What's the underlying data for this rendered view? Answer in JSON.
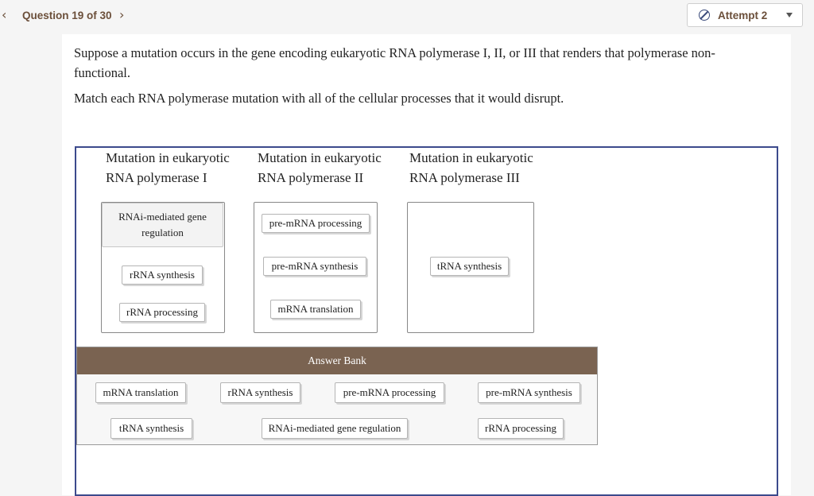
{
  "nav": {
    "question_label": "Question 19 of 30",
    "prev_icon": "‹",
    "next_icon": "›",
    "attempt_label": "Attempt 2"
  },
  "question": {
    "text": "Suppose a mutation occurs in the gene encoding eukaryotic RNA polymerase I, II, or III that renders that polymerase non-functional.",
    "instruction": "Match each RNA polymerase mutation with all of the cellular processes that it would disrupt."
  },
  "columns": [
    {
      "heading_line1": "Mutation in eukaryotic",
      "heading_line2": "RNA polymerase I",
      "items": [
        "RNAi-mediated gene regulation",
        "rRNA synthesis",
        "rRNA processing"
      ]
    },
    {
      "heading_line1": "Mutation in eukaryotic",
      "heading_line2": "RNA polymerase II",
      "items": [
        "pre-mRNA processing",
        "pre-mRNA synthesis",
        "mRNA translation"
      ]
    },
    {
      "heading_line1": "Mutation in eukaryotic",
      "heading_line2": "RNA polymerase III",
      "items": [
        "tRNA synthesis"
      ]
    }
  ],
  "answer_bank": {
    "title": "Answer Bank",
    "items": [
      "mRNA translation",
      "rRNA synthesis",
      "pre-mRNA processing",
      "pre-mRNA synthesis",
      "tRNA synthesis",
      "RNAi-mediated gene regulation",
      "rRNA processing"
    ]
  }
}
